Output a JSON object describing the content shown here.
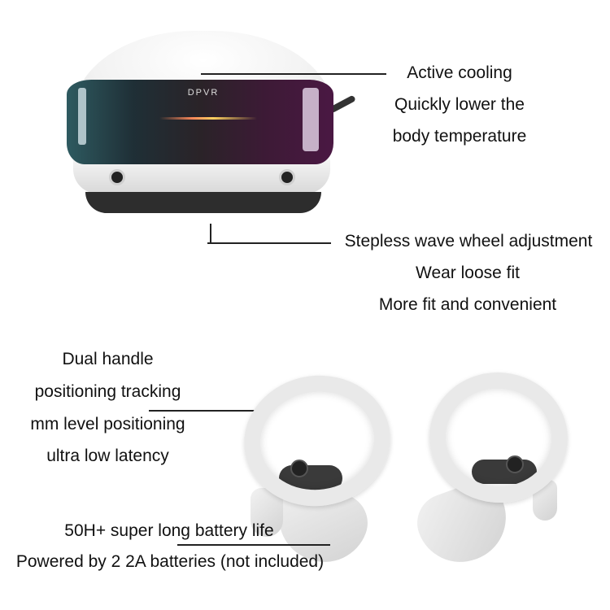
{
  "headset": {
    "brand_logo": "DPVR"
  },
  "callouts": {
    "cooling": {
      "lines": [
        "Active cooling",
        "Quickly lower the",
        "body temperature"
      ]
    },
    "wheel": {
      "lines": [
        "Stepless wave wheel adjustment",
        "Wear loose fit",
        "More fit and convenient"
      ]
    },
    "tracking": {
      "lines": [
        "Dual handle",
        "positioning tracking",
        "mm level positioning",
        "ultra low latency"
      ]
    },
    "battery": {
      "lines": [
        "50H+ super long battery life",
        "Powered by 2 2A batteries (not included)"
      ]
    }
  }
}
